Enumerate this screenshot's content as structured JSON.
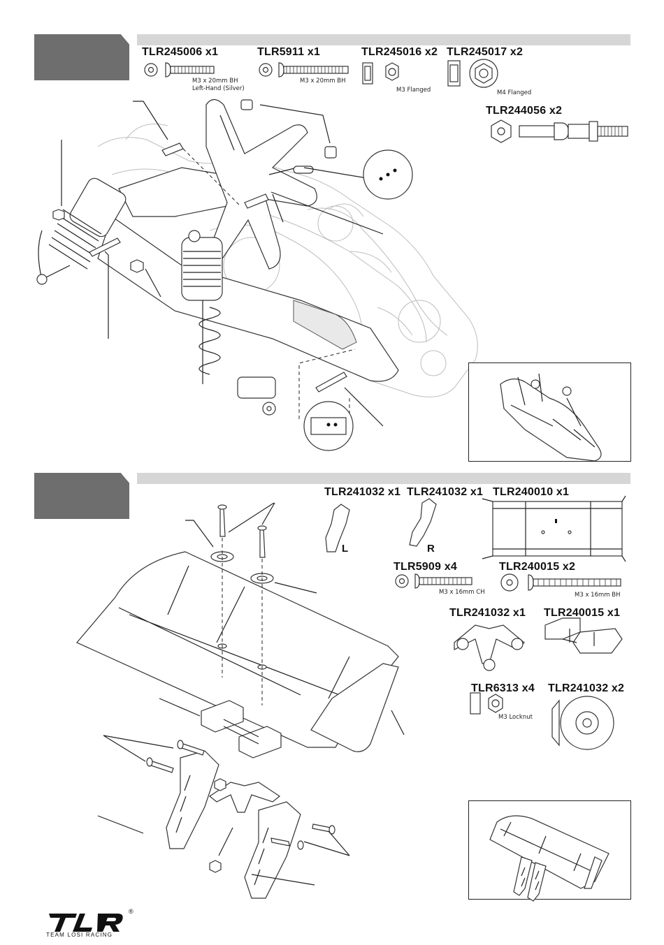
{
  "step1": {
    "parts": [
      {
        "pn": "TLR245006 x1",
        "notes": [
          "M3 x 20mm BH",
          "Left-Hand (Silver)"
        ]
      },
      {
        "pn": "TLR5911 x1",
        "notes": [
          "M3 x 20mm BH"
        ]
      },
      {
        "pn": "TLR245016 x2",
        "notes": [
          "M3 Flanged"
        ]
      },
      {
        "pn": "TLR245017 x2",
        "notes": [
          "M4  Flanged"
        ]
      },
      {
        "pn": "TLR244056 x2",
        "notes": []
      }
    ]
  },
  "step2": {
    "parts": [
      {
        "pn": "TLR241032 x1",
        "side": "L"
      },
      {
        "pn": "TLR241032 x1",
        "side": "R"
      },
      {
        "pn": "TLR240010 x1"
      },
      {
        "pn": "TLR5909 x4",
        "notes": [
          "M3 x 16mm CH"
        ]
      },
      {
        "pn": "TLR240015 x2",
        "notes": [
          "M3 x 16mm BH"
        ]
      },
      {
        "pn": "TLR241032 x1"
      },
      {
        "pn": "TLR240015 x1"
      },
      {
        "pn": "TLR6313 x4",
        "notes": [
          "M3 Locknut"
        ]
      },
      {
        "pn": "TLR241032 x2"
      }
    ]
  },
  "logo": {
    "mark": "TLR",
    "registered": "®",
    "tagline": "TEAM LOSI RACING"
  }
}
